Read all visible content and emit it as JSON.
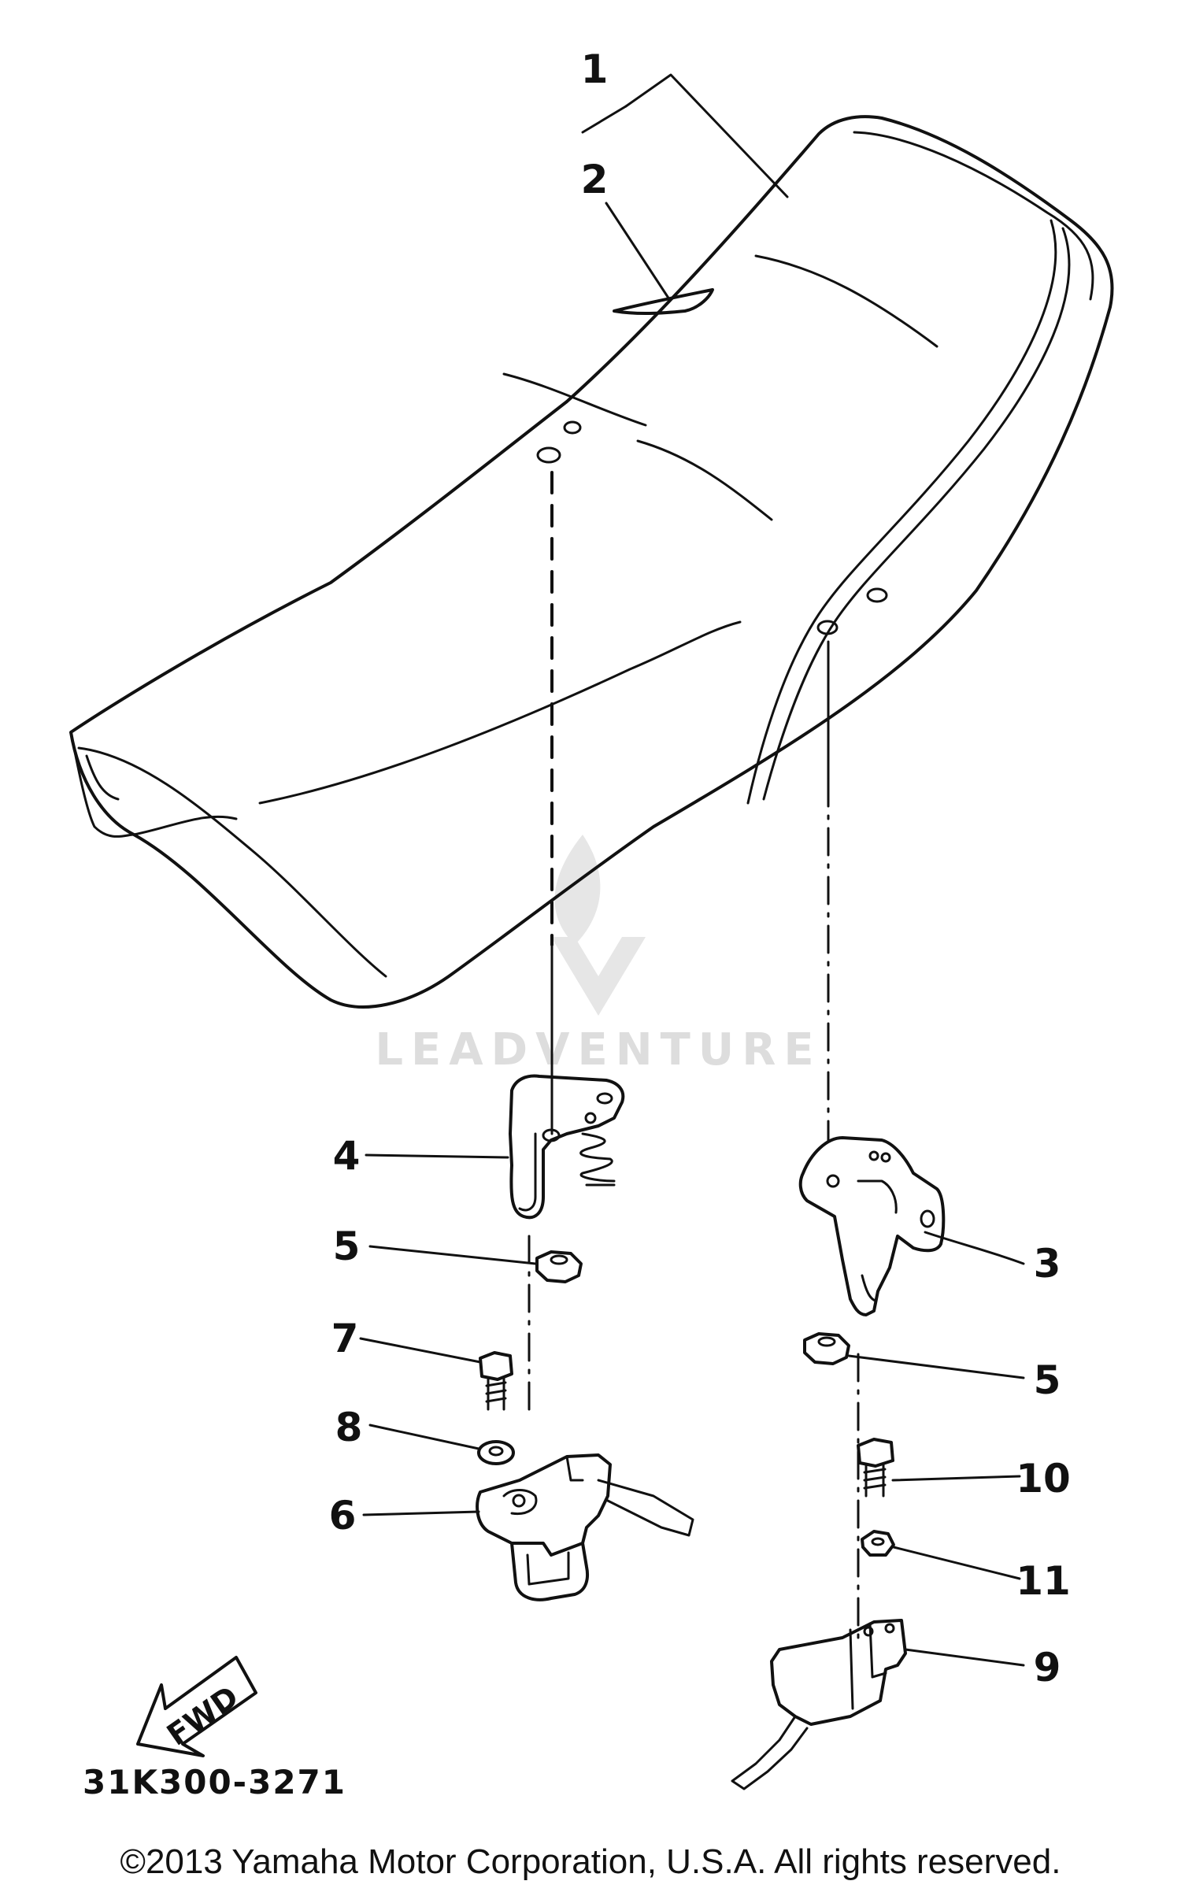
{
  "callouts": {
    "c1": "1",
    "c2": "2",
    "c3": "3",
    "c4": "4",
    "c5a": "5",
    "c5b": "5",
    "c6": "6",
    "c7": "7",
    "c8": "8",
    "c9": "9",
    "c10": "10",
    "c11": "11"
  },
  "fwd_label": "FWD",
  "diagram_code": "31K300-3271",
  "watermark": "LEADVENTURE",
  "copyright": "©2013 Yamaha Motor Corporation, U.S.A. All rights reserved."
}
